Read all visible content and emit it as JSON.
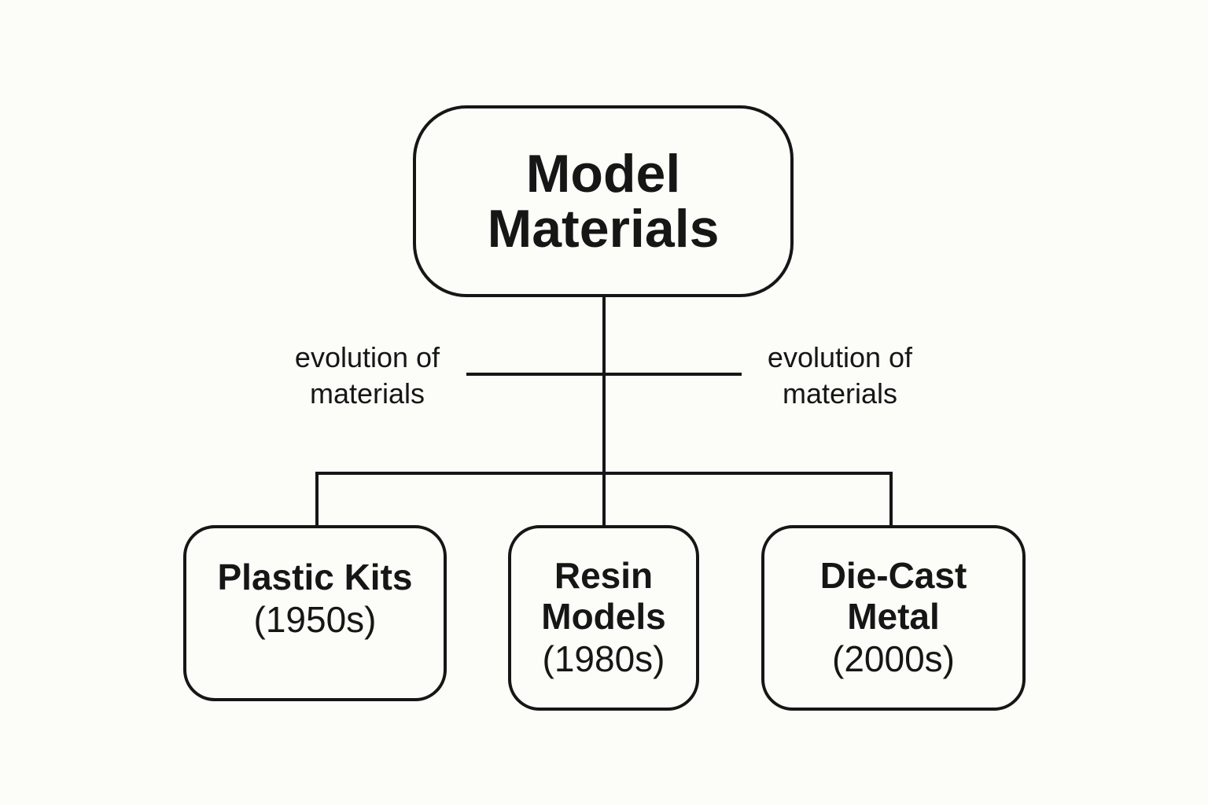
{
  "diagram": {
    "root": {
      "lines": [
        "Model",
        "Materials"
      ]
    },
    "edge_labels": {
      "left": [
        "evolution of",
        "materials"
      ],
      "right": [
        "evolution of",
        "materials"
      ]
    },
    "children": [
      {
        "name_lines": [
          "Plastic Kits"
        ],
        "period": "(1950s)"
      },
      {
        "name_lines": [
          "Resin",
          "Models"
        ],
        "period": "(1980s)"
      },
      {
        "name_lines": [
          "Die-Cast",
          "Metal"
        ],
        "period": "(2000s)"
      }
    ],
    "colors": {
      "line": "#161616",
      "background": "#fcfcf8"
    }
  }
}
